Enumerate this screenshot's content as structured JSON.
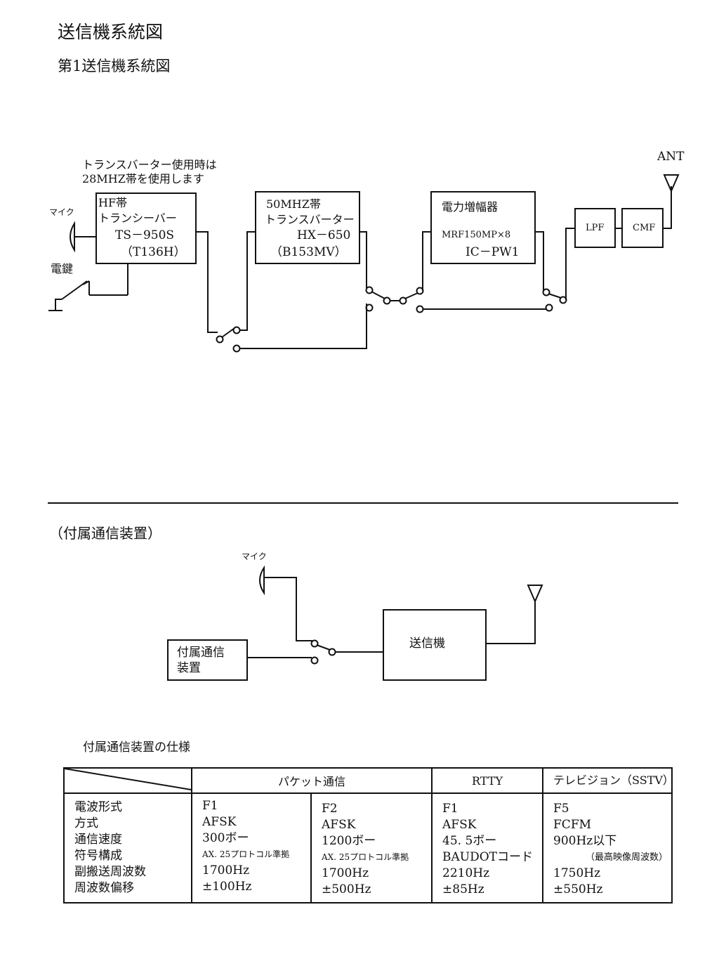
{
  "page": {
    "title": "送信機系統図",
    "subtitle": "第1送信機系統図"
  },
  "diagram1": {
    "note_line1": "トランスバーター使用時は",
    "note_line2": "28MHZ帯を使用します",
    "mic_label": "マイク",
    "key_label": "電鍵",
    "ant_label": "ANT",
    "hf_box": {
      "line1": "HF帯",
      "line2": "トランシーバー",
      "line3": "TS－950S",
      "line4": "（T136H）"
    },
    "transverter_box": {
      "line1": "50MHZ帯",
      "line2": "トランスバーター",
      "line3": "HX－650",
      "line4": "（B153MV）"
    },
    "amp_box": {
      "line1": "電力増幅器",
      "line2": "MRF150MP×8",
      "line3": "IC－PW1"
    },
    "lpf_label": "LPF",
    "cmf_label": "CMF"
  },
  "section2": {
    "heading": "（付属通信装置）",
    "mic_label": "マイク",
    "aux_box_line1": "付属通信",
    "aux_box_line2": "装置",
    "tx_box_label": "送信機"
  },
  "spec": {
    "title": "付属通信装置の仕様",
    "header_packet": "パケット通信",
    "header_rtty": "RTTY",
    "header_sstv": "テレビジョン（SSTV）",
    "row_labels": [
      "電波形式",
      "方式",
      "通信速度",
      "符号構成",
      "副搬送周波数",
      "周波数偏移"
    ],
    "col_packet1": [
      "F1",
      "AFSK",
      "300ボー",
      "AX. 25プロトコル準拠",
      "1700Hz",
      "±100Hz"
    ],
    "col_packet2": [
      "F2",
      "AFSK",
      "1200ボー",
      "AX. 25プロトコル準拠",
      "1700Hz",
      "±500Hz"
    ],
    "col_rtty": [
      "F1",
      "AFSK",
      "45. 5ボー",
      "BAUDOTコード",
      "2210Hz",
      "±85Hz"
    ],
    "col_sstv": [
      "F5",
      "FCFM",
      "900Hz以下",
      "（最高映像周波数）",
      "1750Hz",
      "±550Hz"
    ]
  }
}
